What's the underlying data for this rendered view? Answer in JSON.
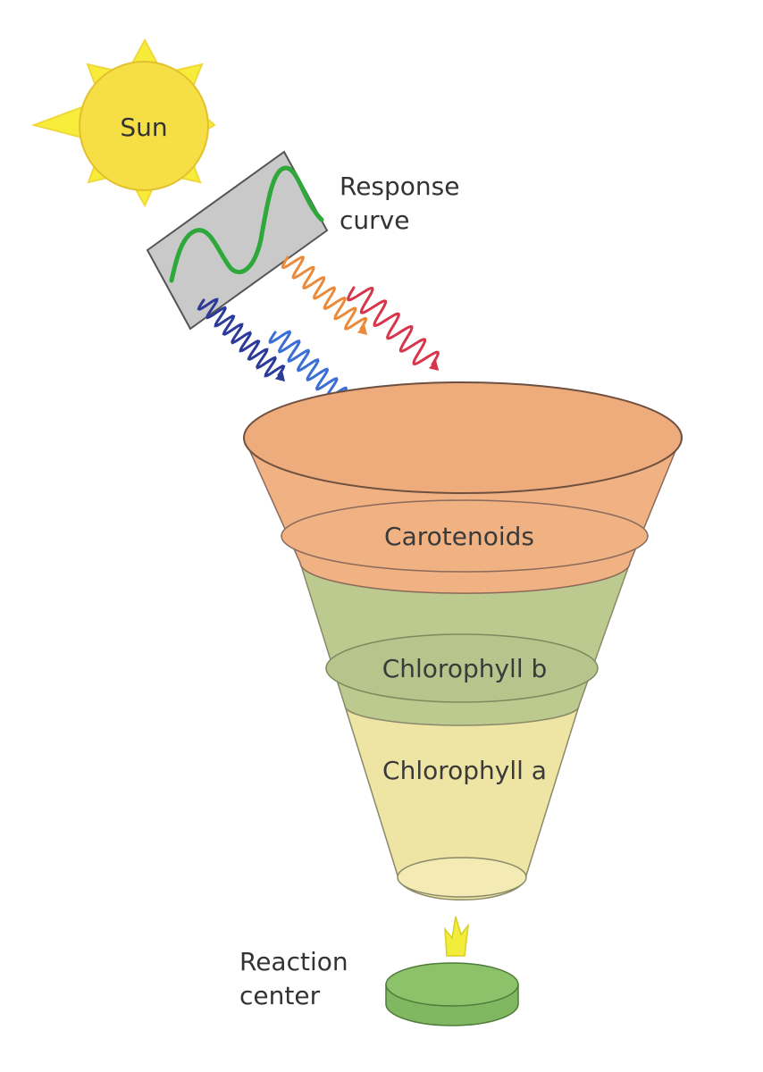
{
  "labels": {
    "sun": "Sun",
    "response_curve": [
      "Response",
      "curve"
    ],
    "layers": [
      "Carotenoids",
      "Chlorophyll b",
      "Chlorophyll a"
    ],
    "reaction_center": [
      "Reaction",
      "center"
    ]
  },
  "colors": {
    "sun_outer": "#f8ec3a",
    "sun_inner": "#f6de45",
    "carotenoids": "#f0b183",
    "chlorophyll_b": "#bcc98f",
    "chlorophyll_a": "#eee4a3",
    "response_box": "#c9c9c9",
    "response_curve": "#2ea83a",
    "reaction_center": "#8bc26a",
    "wave_dark_blue": "#2c3a9a",
    "wave_blue": "#3b6fd6",
    "wave_orange": "#ea8a3a",
    "wave_red": "#d7354a",
    "energy_spark": "#f2ec3a"
  }
}
